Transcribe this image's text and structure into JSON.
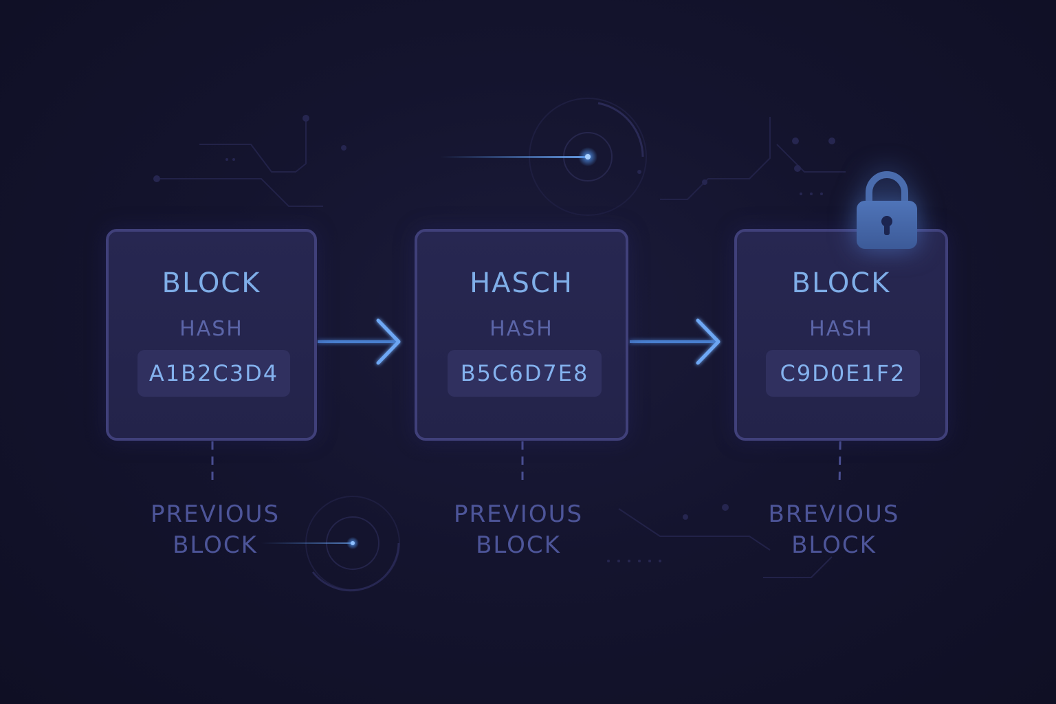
{
  "blocks": [
    {
      "title": "BLOCK",
      "hash_label": "HASH",
      "hash_value": "A1B2C3D4",
      "previous_label": [
        "PREVIOUS",
        "BLOCK"
      ]
    },
    {
      "title": "HASCH",
      "hash_label": "HASH",
      "hash_value": "B5C6D7E8",
      "previous_label": [
        "PREVIOUS",
        "BLOCK"
      ]
    },
    {
      "title": "BLOCK",
      "hash_label": "HASH",
      "hash_value": "C9D0E1F2",
      "previous_label": [
        "BREVIOUS",
        "BLOCK"
      ]
    }
  ],
  "icons": {
    "lock": "padlock-icon",
    "arrow": "arrow-right-icon"
  },
  "colors": {
    "background": "#12122a",
    "block_border": "#40407a",
    "block_fill": "#262650",
    "accent_blue": "#6aa6f0",
    "label_muted": "#4d5599"
  }
}
